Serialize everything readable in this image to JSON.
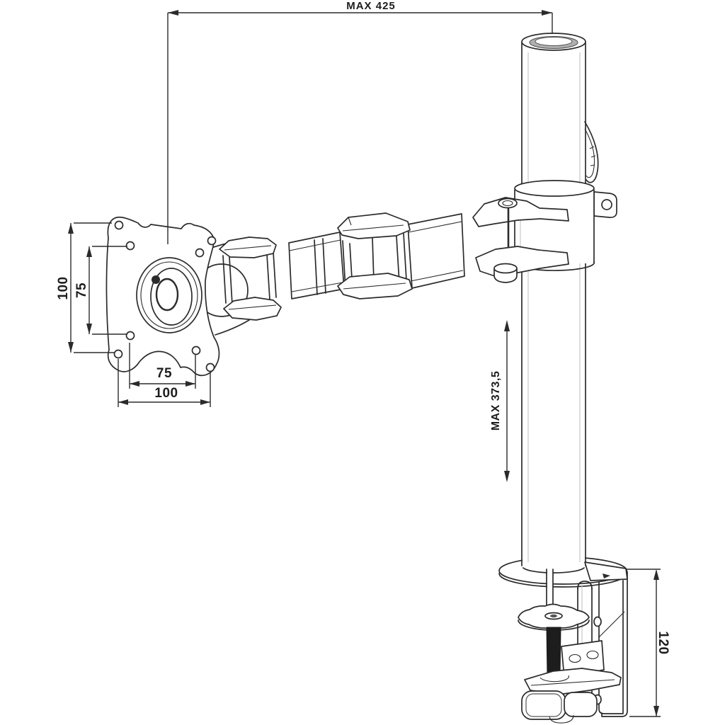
{
  "diagram": {
    "labels": {
      "top_reach": "MAX 425",
      "vesa_outer_vertical": "100",
      "vesa_inner_vertical": "75",
      "vesa_inner_horizontal": "75",
      "vesa_outer_horizontal": "100",
      "pole_travel": "MAX 373,5",
      "clamp_height": "120"
    },
    "colors": {
      "background": "#ffffff",
      "line": "#2b2b2b",
      "metal_shade": "#b0b0b0",
      "rod_fill": "#1d1d1d"
    }
  }
}
